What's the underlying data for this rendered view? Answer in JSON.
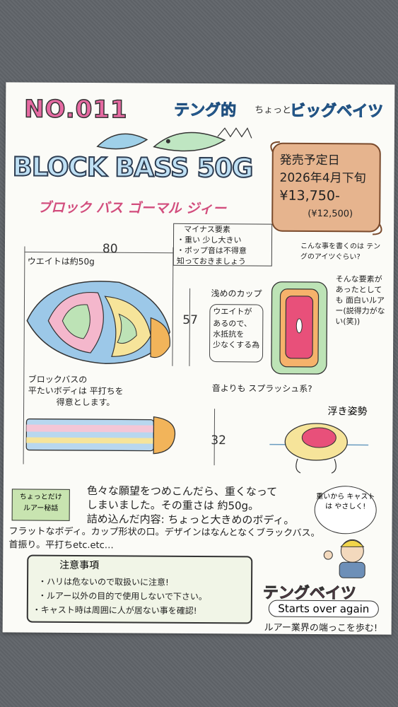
{
  "header": {
    "number": "NO.011",
    "brand_left": "テング的",
    "brand_mid": "ちょっと",
    "brand_right": "ビッグベイツ"
  },
  "product": {
    "logo": "BLOCK BASS 50G",
    "kana": "ブロック バス ゴーマル ジィー"
  },
  "release": {
    "label": "発売予定日",
    "date": "2026年4月下旬",
    "price": "¥13,750-",
    "price_ex_tax": "(¥12,500)"
  },
  "dimensions": {
    "length": "80",
    "height": "57",
    "width": "32"
  },
  "notes": {
    "weight": "ウエイトは約50g",
    "minus_title": "マイナス要素",
    "minus_1": "・重い 少し大きい",
    "minus_2": "・ポップ音は不得意",
    "minus_3": "知っておきましょう",
    "honesty": "こんな事を書くのは テングのアイツぐらい?",
    "fun": "そんな要素があったとしても 面白いルアー(説得力がない(笑))",
    "cup_1": "浅めのカップ",
    "cup_2": "ウエイトが",
    "cup_3": "あるので、",
    "cup_4": "水抵抗を",
    "cup_5": "少なくする為",
    "splash": "音よりも スプラッシュ系?",
    "flat_1": "ブロックバスの",
    "flat_2": "平たいボディは 平打ちを",
    "flat_3": "得意とします。",
    "float": "浮き姿勢"
  },
  "story": {
    "tag_1": "ちょっとだけ",
    "tag_2": "ルアー秘話",
    "line_1": "色々な願望をつめこんだら、重くなって",
    "line_2": "しまいました。その重さは 約50g。",
    "line_3": "詰め込んだ内容: ちょっと大きめのボディ。",
    "line_4": "フラットなボディ。カップ形状の口。デザインはなんとなくブラックバス。",
    "line_5": "首振り。平打ちetc.etc…"
  },
  "caution": {
    "title": "注意事項",
    "item_1": "・ハリは危ないので取扱いに注意!",
    "item_2": "・ルアー以外の目的で使用しないで下さい。",
    "item_3": "・キャスト時は周囲に人が居ない事を確認!"
  },
  "mascot": {
    "bubble": "重いから キャストは やさしく!"
  },
  "footer": {
    "brand": "テングベイツ",
    "motto": "Starts over again",
    "tagline": "ルアー業界の端っこを歩む!"
  },
  "colors": {
    "pink": "#e66aa2",
    "blue": "#3f8fd6",
    "paper": "#fbfbf7",
    "scroll": "#dfa57c"
  }
}
